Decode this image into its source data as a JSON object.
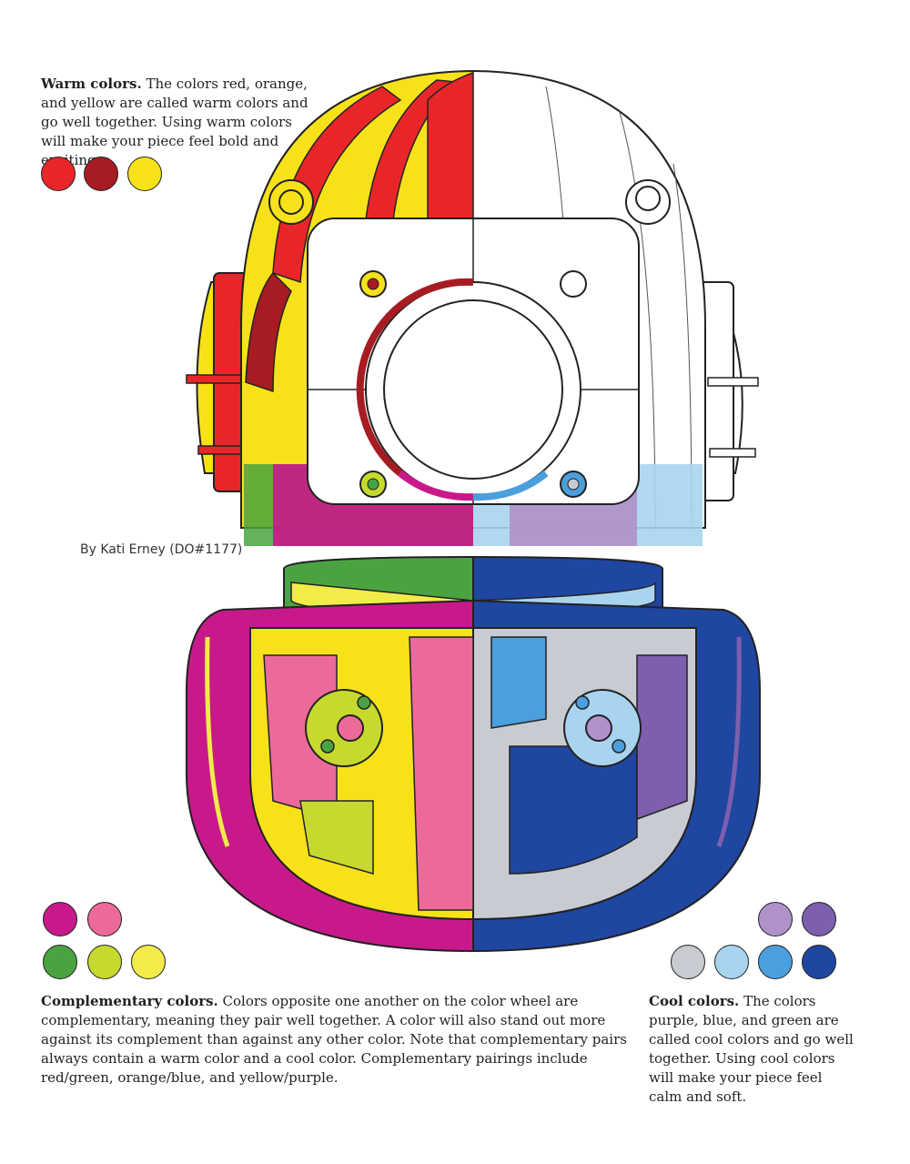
{
  "warm": {
    "heading": "Warm colors.",
    "body": "The colors red, orange, and yellow are called warm colors and go well together. Using warm colors will make your piece feel bold and exciting.",
    "swatches": [
      "#e8262a",
      "#a61c22",
      "#f7e21a"
    ]
  },
  "credit": "By Kati Erney (DO#1177)",
  "complementary": {
    "heading": "Complementary colors.",
    "body": "Colors opposite one another on the color wheel are complementary, meaning they pair well together. A color will also stand out more against its complement than against any other color. Note that complementary pairs always contain a warm color and a cool color. Complementary pairings include red/green, orange/blue, and yellow/purple.",
    "swatches_row1": [
      "#c8198a",
      "#ec6a9b"
    ],
    "swatches_row2": [
      "#4aa340",
      "#c7d92e",
      "#f1ec4a"
    ]
  },
  "cool": {
    "heading": "Cool colors.",
    "body": "The colors purple, blue, and green are called cool colors and go well together. Using cool colors will make your piece feel calm and soft.",
    "swatches_row1": [
      "#b091c9",
      "#7d5fae"
    ],
    "swatches_row2": [
      "#c8ccd2",
      "#a9d4ef",
      "#4a9fdc",
      "#1f46a0"
    ]
  }
}
